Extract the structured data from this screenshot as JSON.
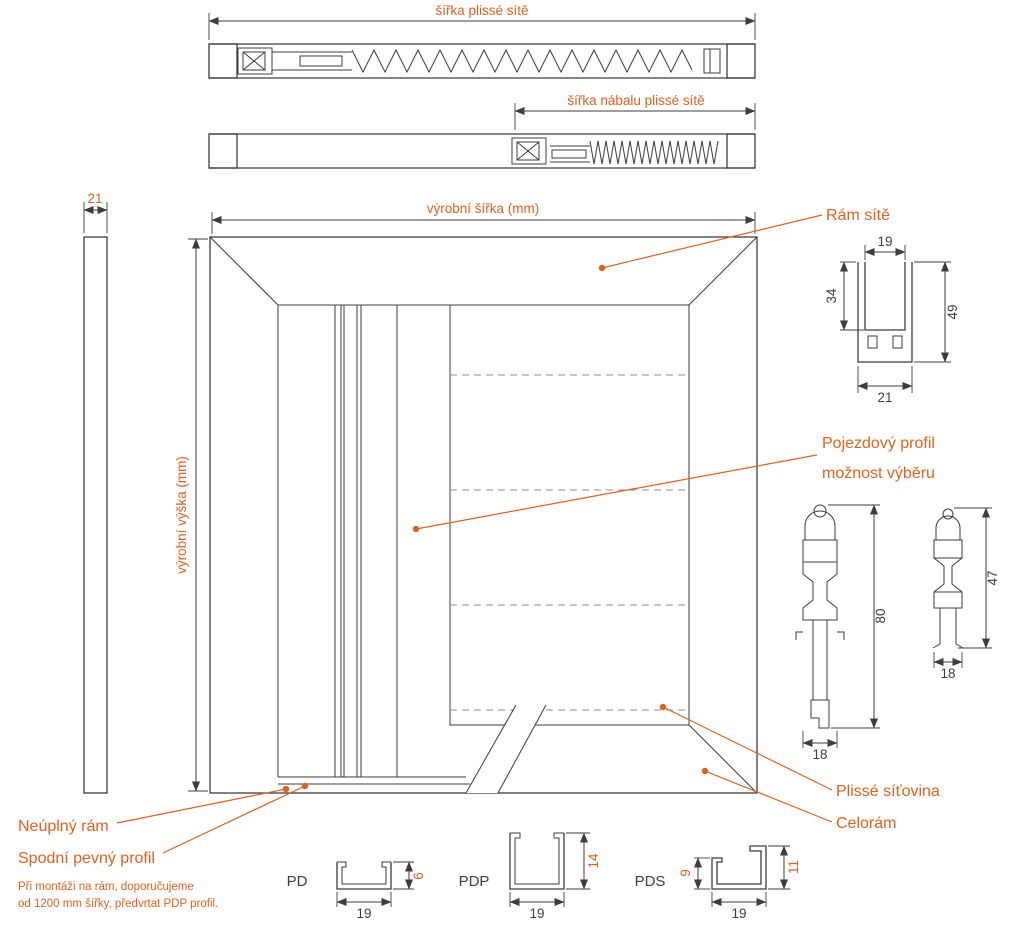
{
  "colors": {
    "accent": "#e2611c",
    "line": "#3d3d3d"
  },
  "dims": {
    "pleated_width": "šířka plissé sítě",
    "stack_width": "šířka nábalu plissé sítě",
    "production_width": "výrobní šířka (mm)",
    "production_height": "výrobní výška (mm)",
    "strip_depth": "21"
  },
  "callouts": {
    "frame": "Rám sítě",
    "slider_line1": "Pojezdový profil",
    "slider_line2": "možnost výběru",
    "mesh": "Plissé síťovina",
    "full_frame": "Celorám",
    "incomplete_frame": "Neúplný rám",
    "bottom_fixed_profile": "Spodní pevný profil",
    "note1": "Při montáži na rám, doporučujeme",
    "note2": "od 1200 mm šířky, předvrtat PDP profil."
  },
  "frame_profile": {
    "inner_width": "19",
    "inner_depth": "34",
    "height": "49",
    "outer_width": "21"
  },
  "slider_profiles": {
    "tall": {
      "height": "80",
      "width": "18"
    },
    "short": {
      "height": "47",
      "width": "18"
    }
  },
  "bottom_profiles": {
    "pd": {
      "label": "PD",
      "height": "6",
      "width": "19"
    },
    "pdp": {
      "label": "PDP",
      "height": "14",
      "width": "19"
    },
    "pds": {
      "label": "PDS",
      "left_height": "9",
      "right_height": "11",
      "width": "19"
    }
  }
}
